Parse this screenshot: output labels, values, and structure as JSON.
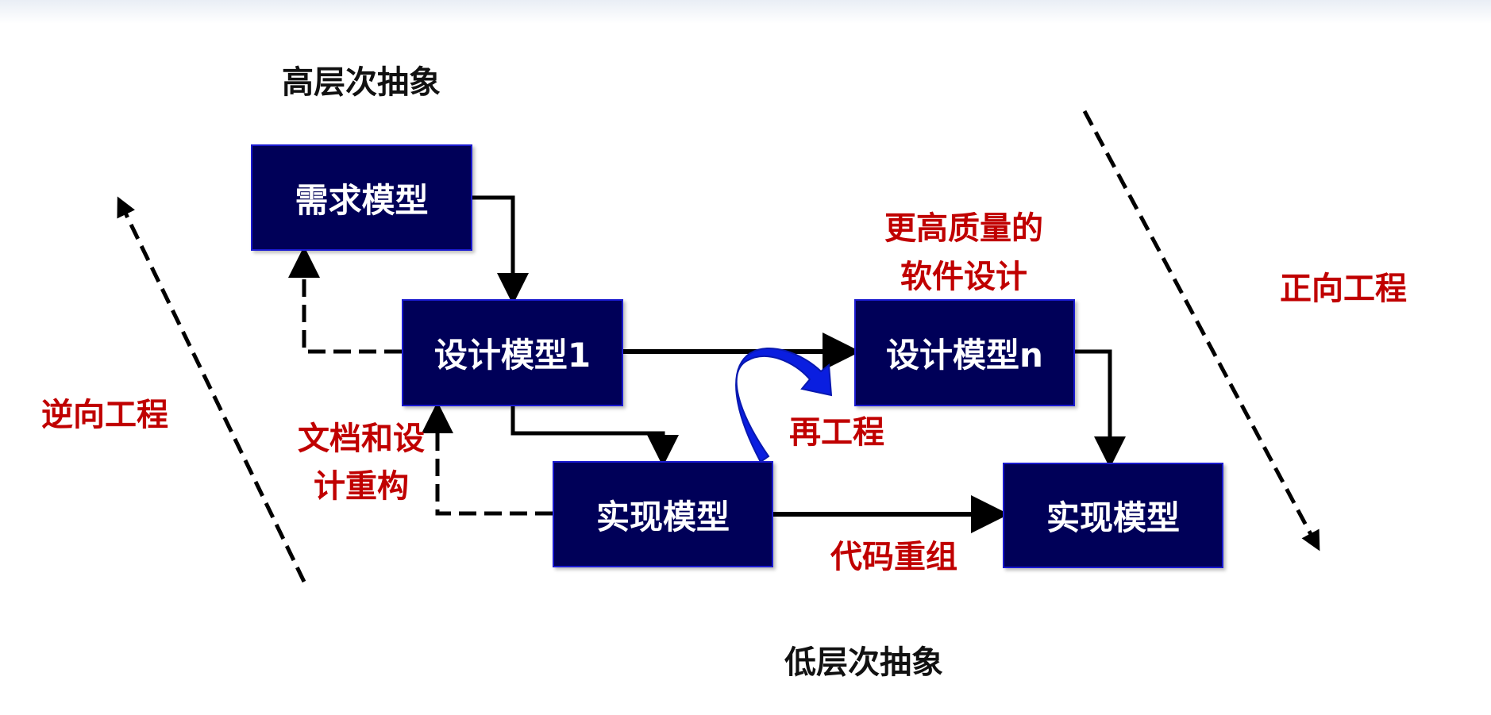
{
  "labels": {
    "high_abstraction": "高层次抽象",
    "low_abstraction": "低层次抽象",
    "reverse_engineering": "逆向工程",
    "forward_engineering": "正向工程",
    "higher_quality_line1": "更高质量的",
    "higher_quality_line2": "软件设计",
    "doc_redesign_line1": "文档和设",
    "doc_redesign_line2": "计重构",
    "reengineering": "再工程",
    "code_restructuring": "代码重组"
  },
  "boxes": {
    "requirements_model": "需求模型",
    "design_model_1": "设计模型1",
    "design_model_n": "设计模型n",
    "implementation_model_1": "实现模型",
    "implementation_model_2": "实现模型"
  },
  "colors": {
    "box_fill": "#000058",
    "label_red": "#c00000",
    "reengineering_arrow": "#0a1ee0"
  }
}
